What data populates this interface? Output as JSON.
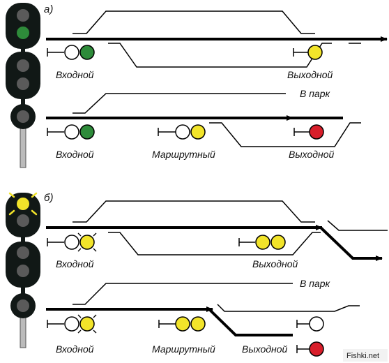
{
  "colors": {
    "track": "#000000",
    "green": "#2e8b3a",
    "yellow": "#f2e42a",
    "red": "#d81e2a",
    "dark_lens": "#5a5a5a",
    "signal_body": "#111816"
  },
  "section_a": {
    "letter": "а)",
    "diagram1": {
      "label_left": "Входной",
      "label_right": "Выходной"
    },
    "diagram2": {
      "label_park": "В парк",
      "label_left": "Входной",
      "label_mid": "Маршрутный",
      "label_right": "Выходной"
    }
  },
  "section_b": {
    "letter": "б)",
    "diagram1": {
      "label_left": "Входной",
      "label_right": "Выходной"
    },
    "diagram2": {
      "label_park": "В парк",
      "label_left": "Входной",
      "label_mid": "Маршрутный",
      "label_right": "Выходной"
    }
  },
  "watermark": "Fishki.net"
}
